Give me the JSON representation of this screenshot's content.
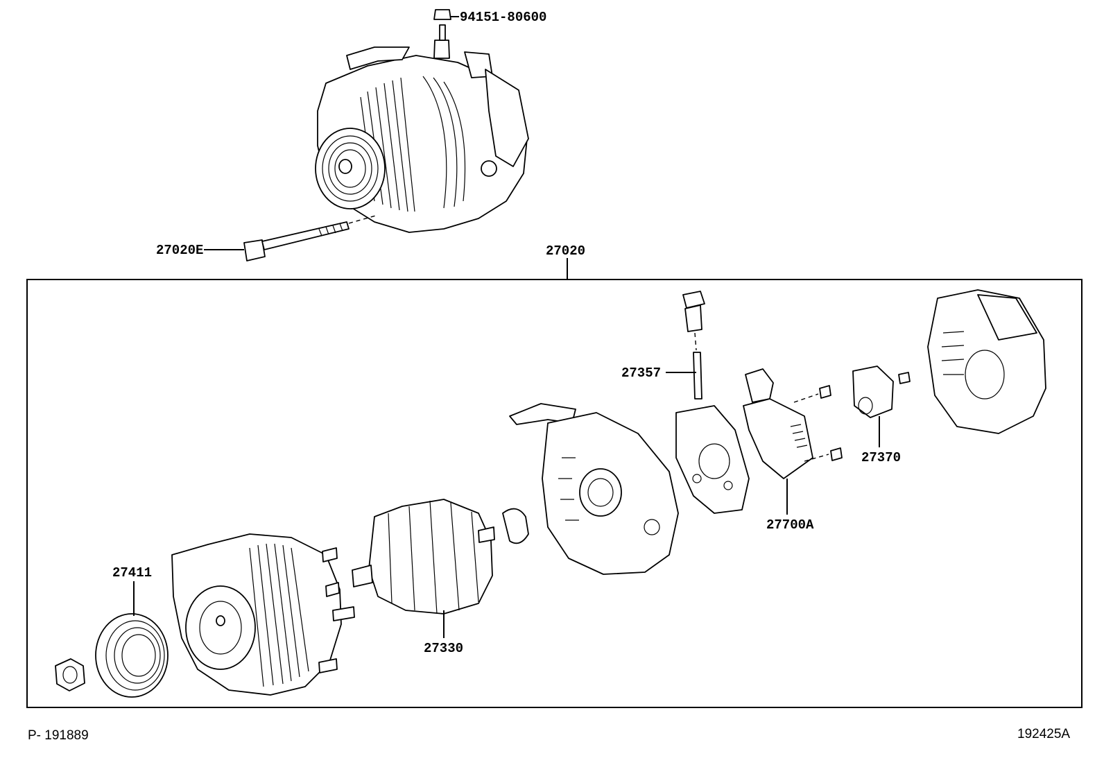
{
  "callouts": {
    "bolt_top": "94151-80600",
    "through_bolt": "27020E",
    "assembly": "27020",
    "terminal": "27357",
    "brush_holder": "27370",
    "regulator": "27700A",
    "pulley": "27411",
    "rotor": "27330"
  },
  "footer": {
    "left_code": "P- 191889",
    "right_code": "192425A"
  }
}
